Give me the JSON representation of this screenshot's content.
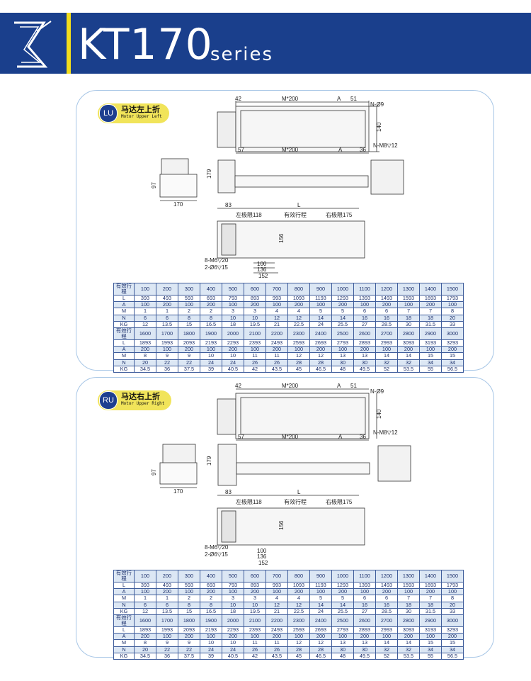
{
  "header": {
    "model": "KT170",
    "series": "series"
  },
  "sections": [
    {
      "badge": "LU",
      "title_cn": "马达左上折",
      "title_en": "Motor Upper Left"
    },
    {
      "badge": "RU",
      "title_cn": "马达右上折",
      "title_en": "Motor Upper Right"
    }
  ],
  "dimensions": {
    "d42": "42",
    "m200": "M*200",
    "a": "A",
    "d51": "51",
    "n_hole": "N-Ø9",
    "d140": "140",
    "n_m8": "N-M8▽12",
    "d57": "57",
    "d36": "36",
    "d179": "179",
    "d97": "97",
    "d170": "170",
    "d83": "83",
    "l": "L",
    "left_limit": "左极限118",
    "stroke": "有效行程",
    "right_limit": "右极限175",
    "d156": "156",
    "m6": "8-M6▽20",
    "phi6": "2-Ø6▽15",
    "d100": "100",
    "d136": "136",
    "d152": "152"
  },
  "table": {
    "rows": [
      [
        "有效行程",
        "100",
        "200",
        "300",
        "400",
        "500",
        "600",
        "700",
        "800",
        "900",
        "1000",
        "1100",
        "1200",
        "1300",
        "1400",
        "1500"
      ],
      [
        "L",
        "393",
        "493",
        "593",
        "693",
        "793",
        "893",
        "993",
        "1093",
        "1193",
        "1293",
        "1393",
        "1493",
        "1593",
        "1693",
        "1793"
      ],
      [
        "A",
        "100",
        "200",
        "100",
        "200",
        "100",
        "200",
        "100",
        "200",
        "100",
        "200",
        "100",
        "200",
        "100",
        "200",
        "100"
      ],
      [
        "M",
        "1",
        "1",
        "2",
        "2",
        "3",
        "3",
        "4",
        "4",
        "5",
        "5",
        "6",
        "6",
        "7",
        "7",
        "8"
      ],
      [
        "N",
        "6",
        "6",
        "8",
        "8",
        "10",
        "10",
        "12",
        "12",
        "14",
        "14",
        "16",
        "16",
        "18",
        "18",
        "20"
      ],
      [
        "KG",
        "12",
        "13.5",
        "15",
        "16.5",
        "18",
        "19.5",
        "21",
        "22.5",
        "24",
        "25.5",
        "27",
        "28.5",
        "30",
        "31.5",
        "33"
      ],
      [
        "有效行程",
        "1600",
        "1700",
        "1800",
        "1900",
        "2000",
        "2100",
        "2200",
        "2300",
        "2400",
        "2500",
        "2600",
        "2700",
        "2800",
        "2900",
        "3000"
      ],
      [
        "L",
        "1893",
        "1993",
        "2093",
        "2193",
        "2293",
        "2393",
        "2493",
        "2593",
        "2693",
        "2793",
        "2893",
        "2993",
        "3093",
        "3193",
        "3293"
      ],
      [
        "A",
        "200",
        "100",
        "200",
        "100",
        "200",
        "100",
        "200",
        "100",
        "200",
        "100",
        "200",
        "100",
        "200",
        "100",
        "200"
      ],
      [
        "M",
        "8",
        "9",
        "9",
        "10",
        "10",
        "11",
        "11",
        "12",
        "12",
        "13",
        "13",
        "14",
        "14",
        "15",
        "15"
      ],
      [
        "N",
        "20",
        "22",
        "22",
        "24",
        "24",
        "26",
        "26",
        "28",
        "28",
        "30",
        "30",
        "32",
        "32",
        "34",
        "34"
      ],
      [
        "KG",
        "34.5",
        "36",
        "37.5",
        "39",
        "40.5",
        "42",
        "43.5",
        "45",
        "46.5",
        "48",
        "49.5",
        "52",
        "53.5",
        "55",
        "56.5"
      ]
    ]
  }
}
